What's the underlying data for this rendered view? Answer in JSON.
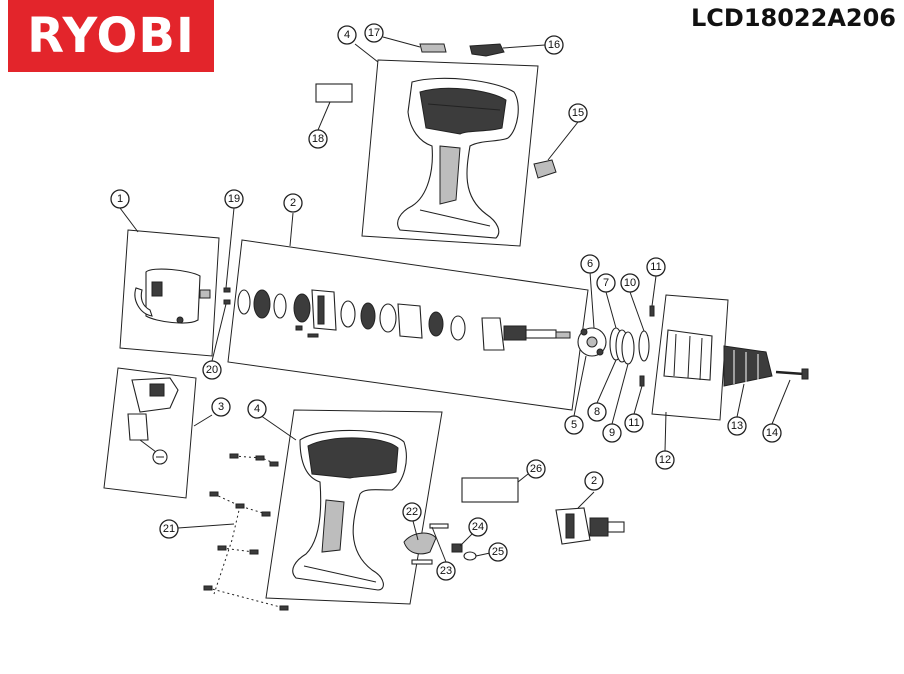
{
  "brand": {
    "logo_text": "RYOBI",
    "logo_color": "#e3252b"
  },
  "model_number": "LCD18022A206",
  "callouts": {
    "c1": "1",
    "c2a": "2",
    "c2b": "2",
    "c3": "3",
    "c4a": "4",
    "c4b": "4",
    "c5": "5",
    "c6": "6",
    "c7": "7",
    "c8": "8",
    "c9": "9",
    "c10": "10",
    "c11a": "11",
    "c11b": "11",
    "c12": "12",
    "c13": "13",
    "c14": "14",
    "c15": "15",
    "c16": "16",
    "c17": "17",
    "c18": "18",
    "c19": "19",
    "c20": "20",
    "c21": "21",
    "c22": "22",
    "c23": "23",
    "c24": "24",
    "c25": "25",
    "c26": "26"
  }
}
